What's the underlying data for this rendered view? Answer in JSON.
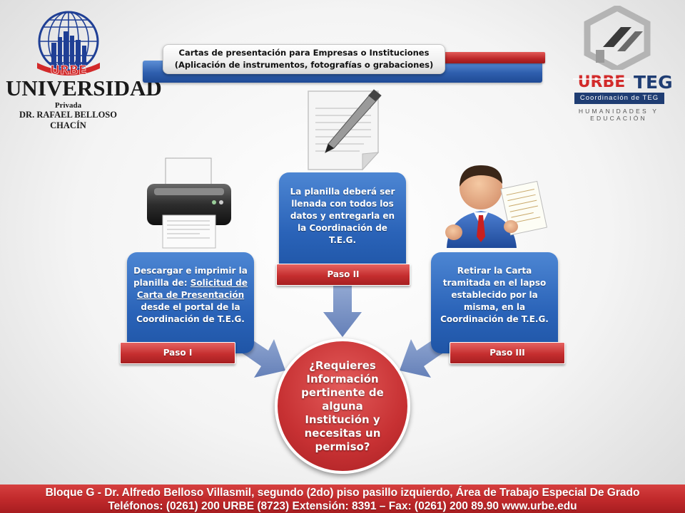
{
  "logo_left": {
    "wordmark": "UNIVERSIDAD",
    "sub": "Privada",
    "founder": "DR. RAFAEL BELLOSO CHACÍN"
  },
  "logo_right": {
    "teg": "TEG",
    "coord": "Coordinación de TEG",
    "tagline": "HUMANIDADES Y EDUCACIÓN"
  },
  "banner": {
    "line1": "Cartas de presentación para Empresas o Instituciones",
    "line2": "(Aplicación de instrumentos, fotografías o grabaciones)"
  },
  "steps": [
    {
      "label": "Paso I",
      "text_before": "Descargar e imprimir la planilla de: ",
      "text_link": "Solicitud de Carta de Presentación",
      "text_after": " desde el portal de la Coordinación de T.E.G."
    },
    {
      "label": "Paso II",
      "text": "La planilla deberá ser llenada con todos los datos y entregarla en la Coordinación de T.E.G."
    },
    {
      "label": "Paso III",
      "text": "Retirar la Carta tramitada en el lapso establecido por la misma, en la Coordinación de T.E.G."
    }
  ],
  "center": {
    "question": "¿Requieres Información pertinente de alguna Institución y necesitas un permiso?"
  },
  "footer": {
    "line1": "Bloque G - Dr. Alfredo Belloso Villasmil, segundo (2do) piso pasillo izquierdo, Área de Trabajo Especial De Grado",
    "line2": "Teléfonos: (0261) 200 URBE (8723) Extensión: 8391 – Fax: (0261) 200 89.90  www.urbe.edu"
  },
  "colors": {
    "step_blue": "#2a63b8",
    "paso_red": "#c52e2f",
    "footer_red": "#c22a2c",
    "arrow": "#7a93c4"
  }
}
